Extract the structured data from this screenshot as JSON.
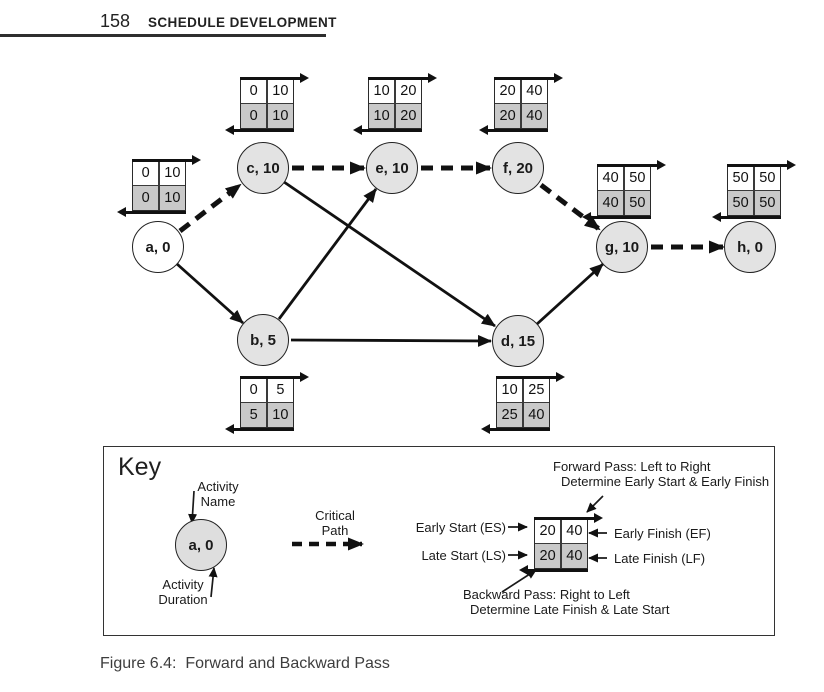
{
  "page": {
    "number": "158",
    "header": "SCHEDULE DEVELOPMENT",
    "caption": "Figure 6.4:  Forward and Backward Pass"
  },
  "diagram": {
    "nodes": [
      {
        "id": "a",
        "label": "a, 0"
      },
      {
        "id": "b",
        "label": "b, 5"
      },
      {
        "id": "c",
        "label": "c, 10"
      },
      {
        "id": "d",
        "label": "d, 15"
      },
      {
        "id": "e",
        "label": "e, 10"
      },
      {
        "id": "f",
        "label": "f, 20"
      },
      {
        "id": "g",
        "label": "g, 10"
      },
      {
        "id": "h",
        "label": "h, 0"
      }
    ],
    "boxes": [
      {
        "node": "a",
        "es": "0",
        "ef": "10",
        "ls": "0",
        "lf": "10"
      },
      {
        "node": "b",
        "es": "0",
        "ef": "5",
        "ls": "5",
        "lf": "10"
      },
      {
        "node": "c",
        "es": "0",
        "ef": "10",
        "ls": "0",
        "lf": "10"
      },
      {
        "node": "d",
        "es": "10",
        "ef": "25",
        "ls": "25",
        "lf": "40"
      },
      {
        "node": "e",
        "es": "10",
        "ef": "20",
        "ls": "10",
        "lf": "20"
      },
      {
        "node": "f",
        "es": "20",
        "ef": "40",
        "ls": "20",
        "lf": "40"
      },
      {
        "node": "g",
        "es": "40",
        "ef": "50",
        "ls": "40",
        "lf": "50"
      },
      {
        "node": "h",
        "es": "50",
        "ef": "50",
        "ls": "50",
        "lf": "50"
      }
    ],
    "edges": {
      "critical": [
        "a→c",
        "c→e",
        "e→f",
        "f→g",
        "g→h"
      ],
      "normal": [
        "a→b",
        "b→e",
        "b→d",
        "c→d",
        "d→g"
      ]
    }
  },
  "key": {
    "title": "Key",
    "node_label": "a, 0",
    "activity_name": [
      "Activity",
      "Name"
    ],
    "activity_duration": [
      "Activity",
      "Duration"
    ],
    "critical_path": [
      "Critical",
      "Path"
    ],
    "early_start": "Early Start (ES)",
    "late_start": "Late Start (LS)",
    "early_finish": "Early Finish (EF)",
    "late_finish": "Late Finish (LF)",
    "sample_box": {
      "es": "20",
      "ef": "40",
      "ls": "20",
      "lf": "40"
    },
    "forward_pass": [
      "Forward Pass: Left to Right",
      "Determine Early Start & Early Finish"
    ],
    "backward_pass": [
      "Backward Pass: Right to Left",
      "Determine Late Finish & Late Start"
    ]
  },
  "colors": {
    "node_fill": "#e3e3e3",
    "box_shaded_row": "#c9c9c9",
    "line": "#111111"
  }
}
